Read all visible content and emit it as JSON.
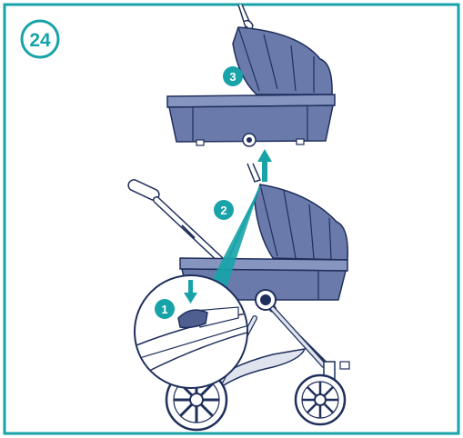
{
  "figure": {
    "step_number": "24",
    "callouts": [
      {
        "id": "1",
        "label": "1"
      },
      {
        "id": "2",
        "label": "2"
      },
      {
        "id": "3",
        "label": "3"
      }
    ],
    "colors": {
      "teal": "#17a3a8",
      "navy": "#1f2f5c",
      "fabric": "#6a7bab",
      "fabric_dark": "#4f5f8f",
      "frame_light": "#dfe3ee"
    }
  }
}
